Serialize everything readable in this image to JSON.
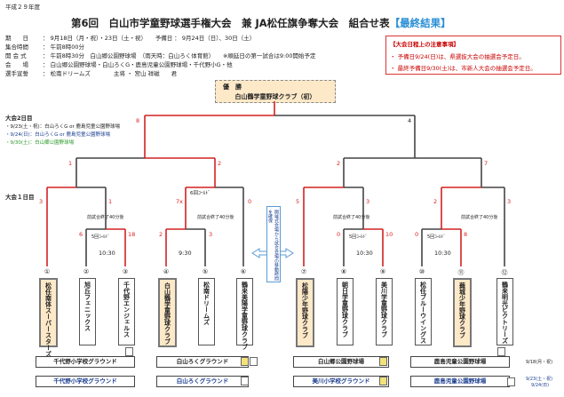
{
  "header": {
    "year": "平成２９年度",
    "title_main": "第6回　白山市学童野球選手権大会　兼 JA松任旗争奪大会　組合せ表",
    "title_result": "【最終結果】"
  },
  "info": [
    {
      "label": "期　　日",
      "value": "： 9月18日（月・祝）・23日（土・祝）　　予備日 ： 9月24日（日）、30日（土）"
    },
    {
      "label": "集合時間",
      "value": "： 午前8時00分"
    },
    {
      "label": "開 会 式",
      "value": "： 午前8時30分　白山郷公園野球場　（雨天時：白山ろく体育館）　　※順延日の第一試合は9:00開始予定"
    },
    {
      "label": "会　　場",
      "value": "： 白山郷公園野球場・白山ろくG・鹿島児童公園野球場・千代野小G・他"
    },
    {
      "label": "選手宣誓",
      "value": "： 松南ドリームズ　　　　主将 ・ 宮山 祥磁　　君"
    }
  ],
  "notice": {
    "heading": "【大会日程上の注意事項】",
    "lines": [
      "・ 予備日9/24(日)は、県選抜大会の抽選会予定日。",
      "・ 最終予備日9/30(土)は、市新人大会の抽選会予定日。"
    ]
  },
  "champion": {
    "label": "優　勝",
    "team": "白山鶴学童野球クラブ（初）"
  },
  "rounds": {
    "day2": "大会2日目",
    "day2_notes": [
      "・9/23(土・祝)：白山ろくG or 鹿島児童公園野球場",
      "・9/24(日)：白山ろくG or 鹿島児童公園野球場",
      "・9/30(土)：白山郷公園野球場"
    ],
    "day1": "大会１日目"
  },
  "final_scores": {
    "left": "8",
    "right": "4"
  },
  "semi_scores": [
    "1",
    "2",
    "2",
    "7"
  ],
  "qf_scores": [
    "3",
    "1",
    "7x",
    "0",
    "5",
    "3",
    "2",
    "3"
  ],
  "qf_called": "6回ｺｰﾙﾄﾞ",
  "qf_time_notes": [
    "前試合終了40分後",
    "前試合終了40分後",
    "前試合終了40分後",
    "前試合終了40分後"
  ],
  "r1": [
    {
      "left": "6",
      "right": "18",
      "called": "5回ｺｰﾙﾄﾞ",
      "time": "10:30"
    },
    {
      "left": "2",
      "right": "3",
      "called": "",
      "time": "9:30"
    },
    {
      "left": "0",
      "right": "10",
      "called": "5回ｺｰﾙﾄﾞ",
      "time": "10:30"
    },
    {
      "left": "0",
      "right": "8",
      "called": "5回ｺｰﾙﾄﾞ",
      "time": "10:30"
    }
  ],
  "center_note": "開催式会場から試合会場の移動時間を確保",
  "teams": [
    {
      "num": "①",
      "name": "松任南体スーパースターズ",
      "win": true
    },
    {
      "num": "②",
      "name": "旭丘フェニックス",
      "win": false
    },
    {
      "num": "③",
      "name": "千代野エンジェルス",
      "win": false
    },
    {
      "num": "④",
      "name": "白山鶴学童野球クラブ",
      "win": true
    },
    {
      "num": "⑤",
      "name": "松南ドリームズ",
      "win": false
    },
    {
      "num": "⑥",
      "name": "鶴来美陽学童野球クラブ",
      "win": false
    },
    {
      "num": "⑦",
      "name": "松陽少年野球クラブ",
      "win": true
    },
    {
      "num": "⑧",
      "name": "朝日学童野球クラブ",
      "win": false
    },
    {
      "num": "⑨",
      "name": "美川学童野球クラブ",
      "win": false
    },
    {
      "num": "⑩",
      "name": "松任ブルーウイングス",
      "win": false
    },
    {
      "num": "⑪",
      "name": "蕪城少年野球クラブ",
      "win": true
    },
    {
      "num": "⑫",
      "name": "鶴来明光ビクトリーズ",
      "win": false
    }
  ],
  "venues_row1": [
    "千代野小学校グラウンド",
    "白山ろくグラウンド",
    "白山郷公園野球場",
    "鹿島児童公園野球場"
  ],
  "venues_row2": [
    "千代野小学校グラウンド",
    "白山ろくグラウンド",
    "美川小学校グラウンド",
    "鹿島児童公園野球場"
  ],
  "venue_dates": [
    "9/18(月・祝)",
    "9/23(土・祝)",
    "9/24(日)"
  ],
  "colors": {
    "win_line": "#d22222",
    "lose_line": "#444444",
    "accent_blue": "#2a8fd6",
    "win_fill": "#fde9c8"
  }
}
